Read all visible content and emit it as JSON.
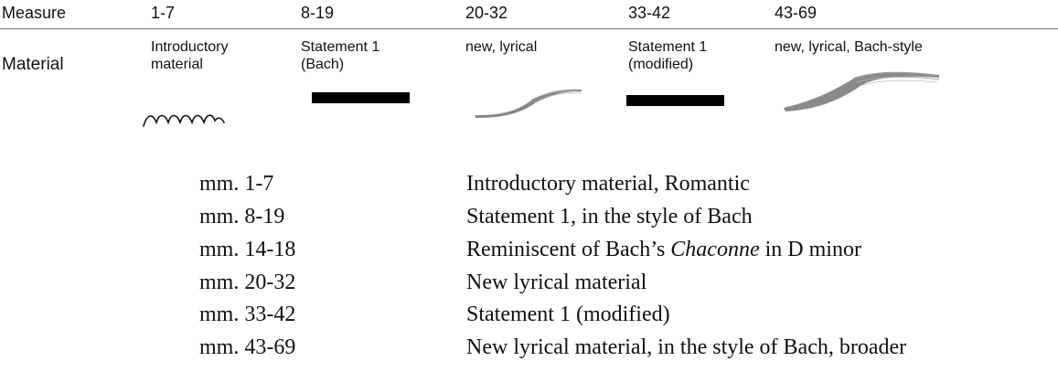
{
  "header": {
    "measure_label": "Measure",
    "material_label": "Material",
    "segments": [
      {
        "measures": "1-7",
        "material_lines": [
          "Introductory",
          "material"
        ],
        "glyph": "wavy-line-icon"
      },
      {
        "measures": "8-19",
        "material_lines": [
          "Statement 1",
          "(Bach)"
        ],
        "glyph": "solid-bar-icon"
      },
      {
        "measures": "20-32",
        "material_lines": [
          "new, lyrical",
          ""
        ],
        "glyph": "thin-swoosh-icon"
      },
      {
        "measures": "33-42",
        "material_lines": [
          "Statement 1",
          "(modified)"
        ],
        "glyph": "solid-bar-icon"
      },
      {
        "measures": "43-69",
        "material_lines": [
          "new, lyrical, Bach-style",
          ""
        ],
        "glyph": "broad-swoosh-icon"
      }
    ]
  },
  "table": {
    "rows": [
      {
        "measures": "mm. 1-7",
        "description": "Introductory material, Romantic"
      },
      {
        "measures": "mm. 8-19",
        "description": "Statement 1, in the style of Bach"
      },
      {
        "measures": "mm. 14-18",
        "description_pre": "Reminiscent of Bach’s ",
        "description_italic": "Chaconne",
        "description_post": " in D minor"
      },
      {
        "measures": "mm. 20-32",
        "description": "New lyrical material"
      },
      {
        "measures": "mm. 33-42",
        "description": "Statement 1 (modified)"
      },
      {
        "measures": "mm. 43-69",
        "description": "New lyrical material, in the style of Bach, broader"
      }
    ]
  }
}
